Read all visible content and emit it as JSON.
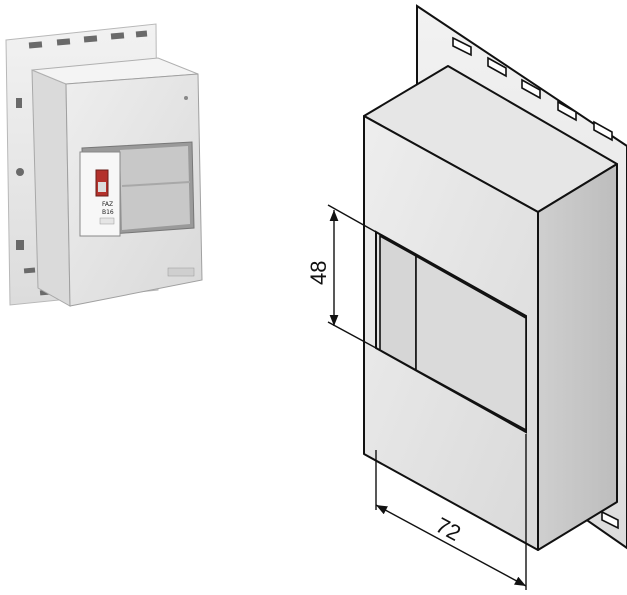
{
  "photo": {
    "breaker_label_brand": "FAZ",
    "breaker_label_rating": "B16"
  },
  "drawing": {
    "dimension_height": "48",
    "dimension_width": "72"
  }
}
